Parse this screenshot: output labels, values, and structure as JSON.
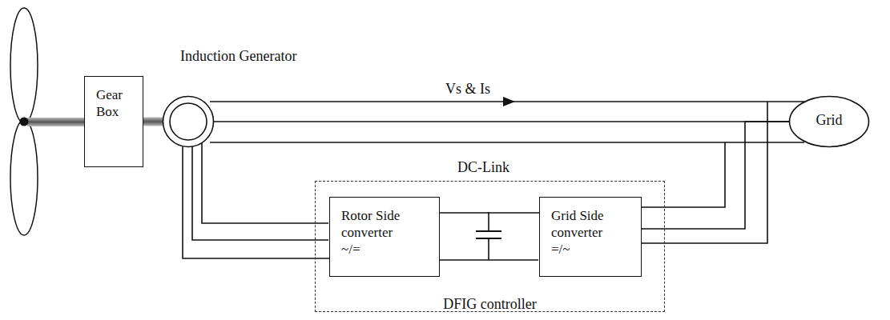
{
  "diagram": {
    "nodes": [
      {
        "text": [
          "Gear Box"
        ]
      },
      {
        "text": [
          "Induction Generator"
        ]
      },
      {
        "text": [
          "Grid"
        ]
      },
      {
        "text": [
          "DFIG controller"
        ]
      },
      {
        "text": [
          "Rotor Side converter",
          "~/="
        ],
        "in": 3
      },
      {
        "text": [
          "Grid Side converter",
          "=/~"
        ],
        "in": 3
      }
    ],
    "edges": [
      {
        "from": 0,
        "to": 1,
        "arrow": "none"
      },
      {
        "from": 1,
        "to": 2,
        "arrow": "none",
        "label": "Vs & Is"
      },
      {
        "from": 1,
        "to": 4,
        "arrow": "none"
      },
      {
        "from": 4,
        "to": 5,
        "arrow": "none"
      },
      {
        "from": 5,
        "to": 2,
        "arrow": "none"
      }
    ],
    "labels": [
      "DC-Link"
    ]
  }
}
